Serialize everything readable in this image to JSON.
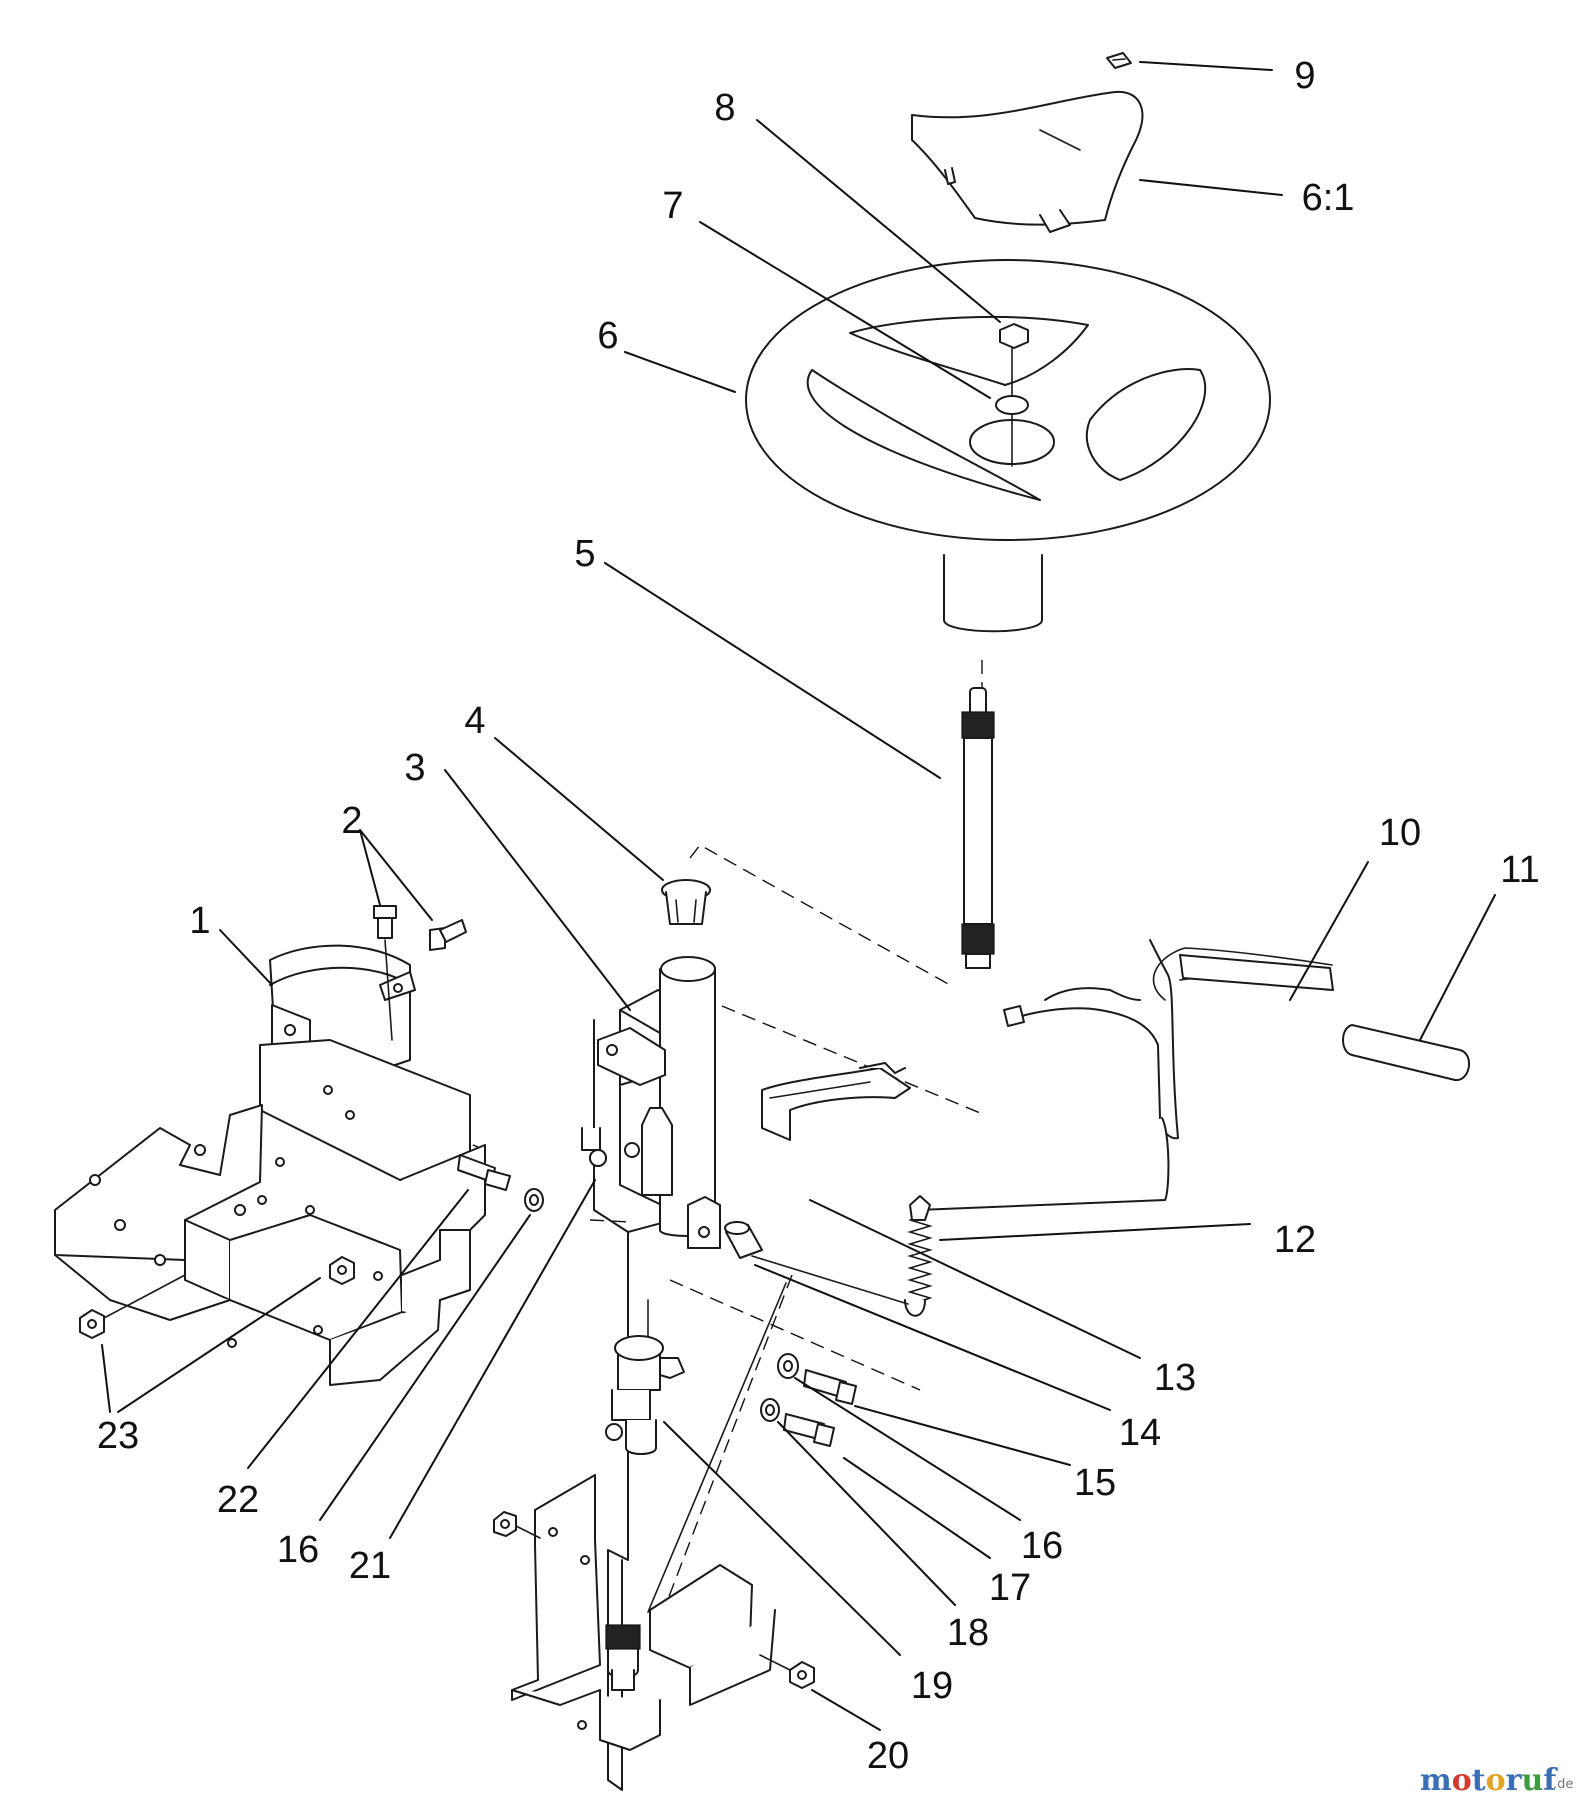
{
  "labels": [
    {
      "id": "p1",
      "text": "1"
    },
    {
      "id": "p2",
      "text": "2"
    },
    {
      "id": "p3",
      "text": "3"
    },
    {
      "id": "p4",
      "text": "4"
    },
    {
      "id": "p5",
      "text": "5"
    },
    {
      "id": "p6",
      "text": "6"
    },
    {
      "id": "p6a",
      "text": "6:1"
    },
    {
      "id": "p7",
      "text": "7"
    },
    {
      "id": "p8",
      "text": "8"
    },
    {
      "id": "p9",
      "text": "9"
    },
    {
      "id": "p10",
      "text": "10"
    },
    {
      "id": "p11",
      "text": "11"
    },
    {
      "id": "p12",
      "text": "12"
    },
    {
      "id": "p13",
      "text": "13"
    },
    {
      "id": "p14",
      "text": "14"
    },
    {
      "id": "p15",
      "text": "15"
    },
    {
      "id": "p16a",
      "text": "16"
    },
    {
      "id": "p16b",
      "text": "16"
    },
    {
      "id": "p17",
      "text": "17"
    },
    {
      "id": "p18",
      "text": "18"
    },
    {
      "id": "p19",
      "text": "19"
    },
    {
      "id": "p20",
      "text": "20"
    },
    {
      "id": "p21",
      "text": "21"
    },
    {
      "id": "p22",
      "text": "22"
    },
    {
      "id": "p23",
      "text": "23"
    }
  ],
  "watermark": {
    "segments": [
      {
        "text": "m",
        "color": "#3a6fb5"
      },
      {
        "text": "o",
        "color": "#d03a2f"
      },
      {
        "text": "t",
        "color": "#3a6fb5"
      },
      {
        "text": "o",
        "color": "#e2a423"
      },
      {
        "text": "r",
        "color": "#3a6fb5"
      },
      {
        "text": "u",
        "color": "#3f9a3f"
      },
      {
        "text": "f",
        "color": "#3a6fb5"
      }
    ],
    "suffix": ".de"
  }
}
